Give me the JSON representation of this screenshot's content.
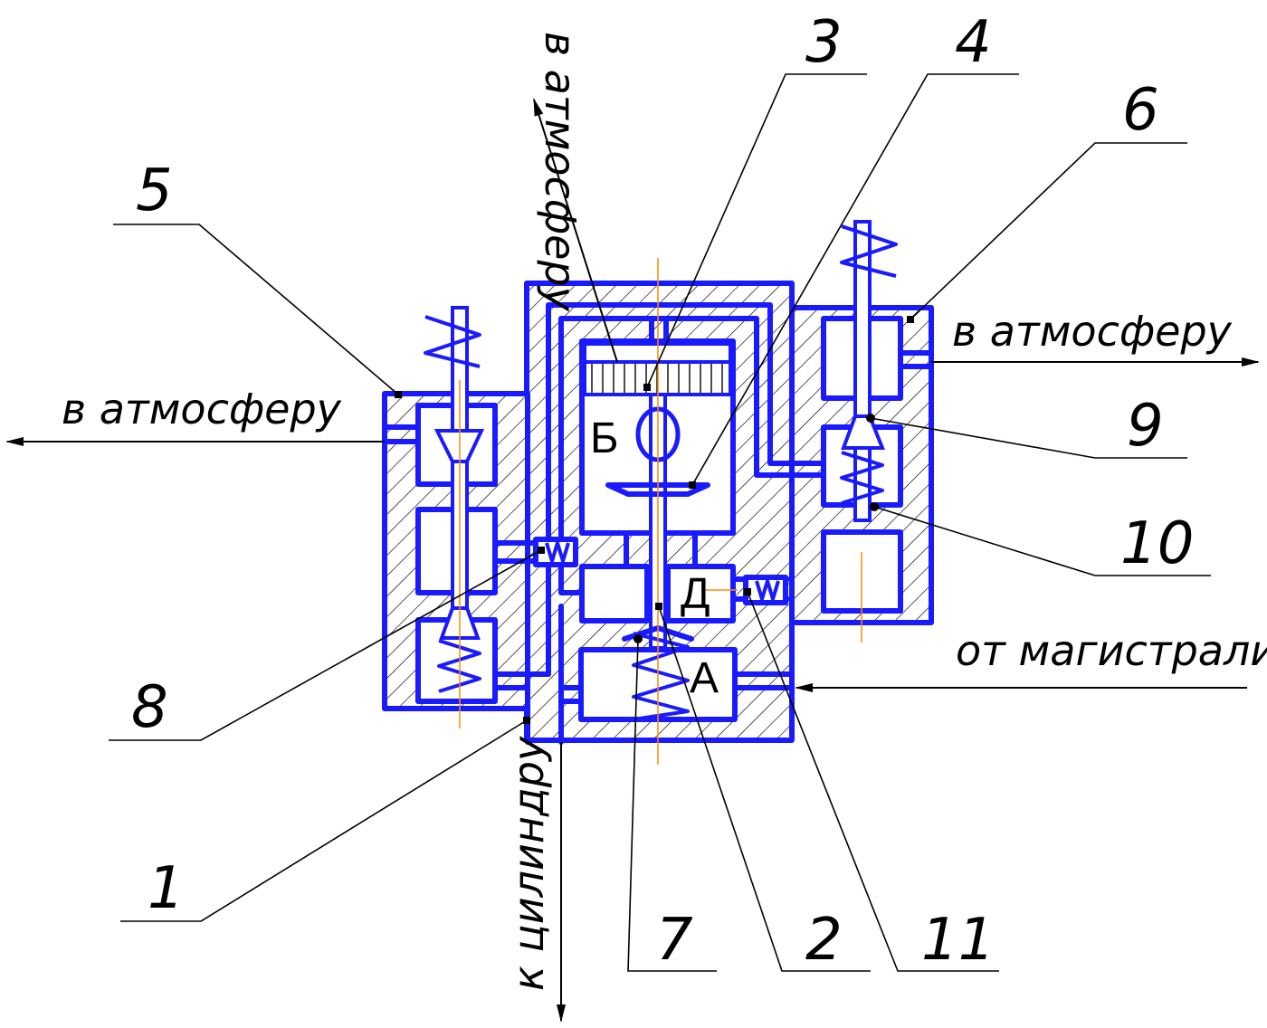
{
  "callouts": [
    {
      "id": "1",
      "text": "1"
    },
    {
      "id": "2",
      "text": "2"
    },
    {
      "id": "3",
      "text": "3"
    },
    {
      "id": "4",
      "text": "4"
    },
    {
      "id": "5",
      "text": "5"
    },
    {
      "id": "6",
      "text": "6"
    },
    {
      "id": "7",
      "text": "7"
    },
    {
      "id": "8",
      "text": "8"
    },
    {
      "id": "9",
      "text": "9"
    },
    {
      "id": "10",
      "text": "10"
    },
    {
      "id": "11",
      "text": "11"
    }
  ],
  "flows": {
    "atm_left": "в атмосферу",
    "atm_right": "в атмосферу",
    "atm_top": "в атмосферу",
    "from_main": "от магистрали",
    "to_cylinder": "к цилиндру"
  },
  "chambers": {
    "a": "А",
    "b": "Б",
    "d": "Д"
  },
  "colors": {
    "outline": "#1a1aff",
    "leaders": "#000000",
    "axis": "#ff8c00"
  }
}
